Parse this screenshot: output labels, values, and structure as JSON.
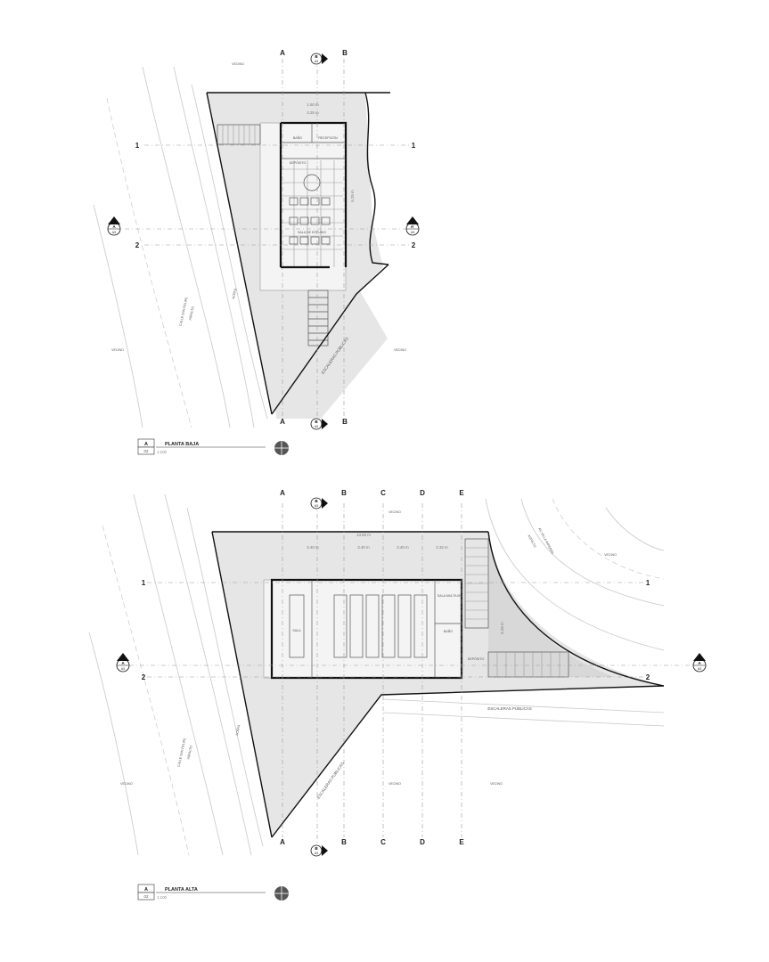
{
  "plans": [
    {
      "title": "PLANTA BAJA",
      "code": "A",
      "sheet": "02",
      "scale": "1:100",
      "grid_columns": [
        "A",
        "B"
      ],
      "grid_rows": [
        "1",
        "2"
      ],
      "neighbor_labels": [
        "VECINO",
        "VECINO",
        "VECINO"
      ],
      "street_labels": [
        "CALLE SAN FELIPE",
        "ASFALTO",
        "ACERA"
      ],
      "public_stairs": "ESCALERAS PÚBLICAS",
      "rooms": [
        "BAÑO",
        "RECEPCIÓN",
        "DEPÓSITO",
        "SALA DE ESTUDIO"
      ],
      "dimensions": [
        "1.50 m",
        "3.25 m",
        "6.25 m"
      ],
      "section_markers": [
        {
          "letter": "B",
          "sheet": "A5"
        },
        {
          "letter": "B",
          "sheet": "A5"
        },
        {
          "letter": "A",
          "sheet": "A5"
        },
        {
          "letter": "A'",
          "sheet": "A5"
        }
      ]
    },
    {
      "title": "PLANTA ALTA",
      "code": "A",
      "sheet": "02",
      "scale": "1:100",
      "grid_columns": [
        "A",
        "B",
        "C",
        "D",
        "E"
      ],
      "grid_rows": [
        "1",
        "2"
      ],
      "neighbor_labels": [
        "VECINO",
        "VECINO",
        "VECINO",
        "VECINO",
        "VECINO"
      ],
      "street_labels": [
        "CALLE SAN FELIPE",
        "ASFALTO",
        "ACERA",
        "AV. VILLA IMPERIAL",
        "ASFALTO"
      ],
      "public_stairs": [
        "ESCALERAS PÚBLICAS",
        "ESCALERAS PÚBLICAS"
      ],
      "rooms": [
        "SALA",
        "SALA MULTIUSO",
        "BAÑO",
        "DEPÓSITO"
      ],
      "dimensions": [
        "13.60 m",
        "3.40 m",
        "3.40 m",
        "3.40 m",
        "2.32 m",
        "6.25 m"
      ],
      "section_markers": [
        {
          "letter": "B",
          "sheet": "A5"
        },
        {
          "letter": "B",
          "sheet": "A5"
        },
        {
          "letter": "A",
          "sheet": "A5"
        },
        {
          "letter": "A",
          "sheet": "A5"
        }
      ]
    }
  ],
  "colors": {
    "line": "#111111",
    "hatch": "#e6e6e6",
    "grid": "#9a9a9a"
  }
}
